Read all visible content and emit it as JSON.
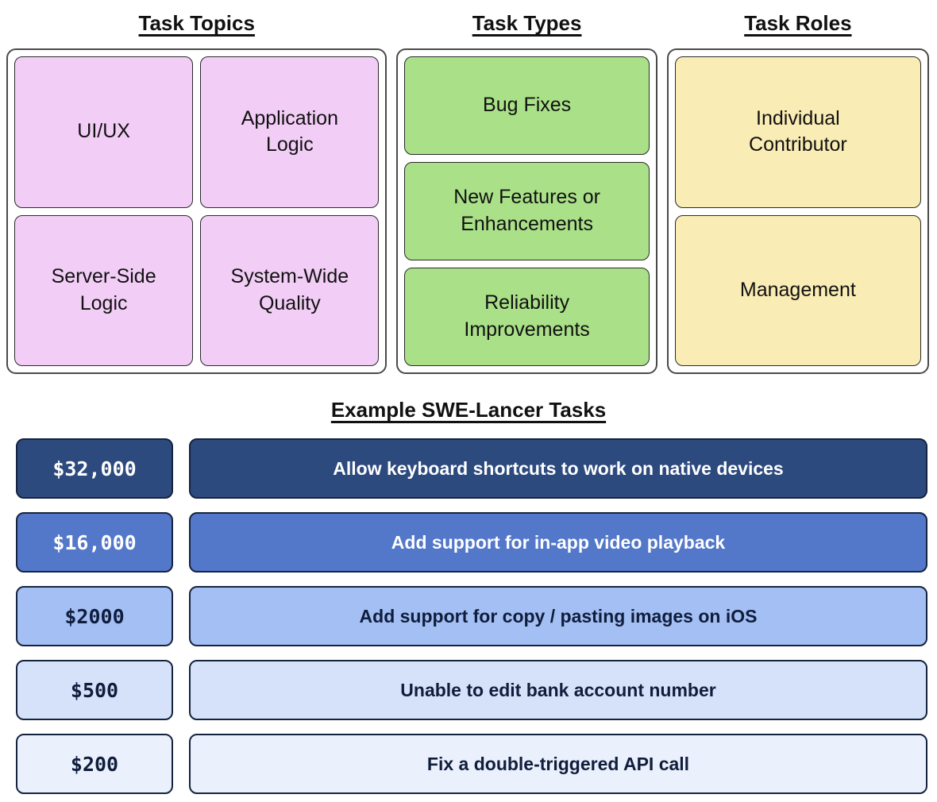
{
  "taxonomy": {
    "topics": {
      "title": "Task Topics",
      "box_color": "#f2cdf6",
      "items": [
        "UI/UX",
        "Application Logic",
        "Server-Side Logic",
        "System-Wide Quality"
      ]
    },
    "types": {
      "title": "Task Types",
      "box_color": "#a9e088",
      "items": [
        "Bug Fixes",
        "New Features or Enhancements",
        "Reliability Improvements"
      ]
    },
    "roles": {
      "title": "Task Roles",
      "box_color": "#f9ecb4",
      "items": [
        "Individual Contributor",
        "Management"
      ]
    }
  },
  "examples": {
    "title": "Example SWE-Lancer Tasks",
    "rows": [
      {
        "price": "$32,000",
        "task": "Allow keyboard shortcuts to work on native devices",
        "bg": "#2d4a7e",
        "fg": "#ffffff"
      },
      {
        "price": "$16,000",
        "task": "Add support for in-app video playback",
        "bg": "#5377c9",
        "fg": "#ffffff"
      },
      {
        "price": "$2000",
        "task": "Add support for copy / pasting images on iOS",
        "bg": "#a3bff3",
        "fg": "#101d3c"
      },
      {
        "price": "$500",
        "task": "Unable to edit bank account number",
        "bg": "#d5e2f9",
        "fg": "#101d3c"
      },
      {
        "price": "$200",
        "task": "Fix a double-triggered API call",
        "bg": "#eaf0fc",
        "fg": "#101d3c"
      }
    ]
  }
}
